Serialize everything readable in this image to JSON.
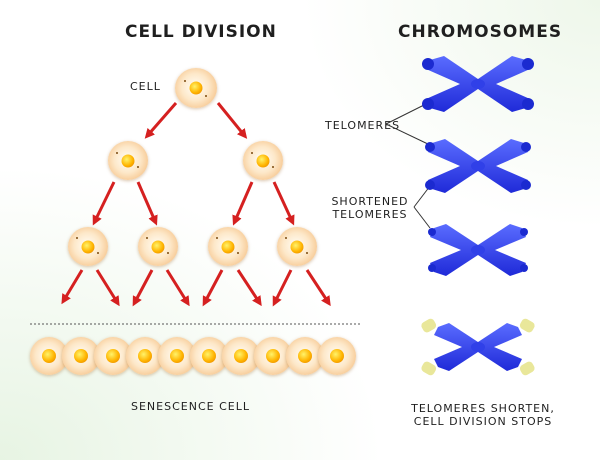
{
  "cell_division_title": "Cell Division",
  "chromosomes_title": "Chromosomes",
  "cell_label": "Cell",
  "senescence_label": "Senescence Cell",
  "telomeres_label": "Telomeres",
  "shortened_label_line1": "Shortened",
  "shortened_label_line2": "Telomeres",
  "caption_line1": "Telomeres shorten,",
  "caption_line2": "cell division stops",
  "colors": {
    "arrow": "#d52020",
    "chromosome": "#2f3fe0",
    "telomere_cap_normal": "#1b2ad0",
    "telomere_cap_short": "#e9e79a",
    "divider": "#555555"
  }
}
